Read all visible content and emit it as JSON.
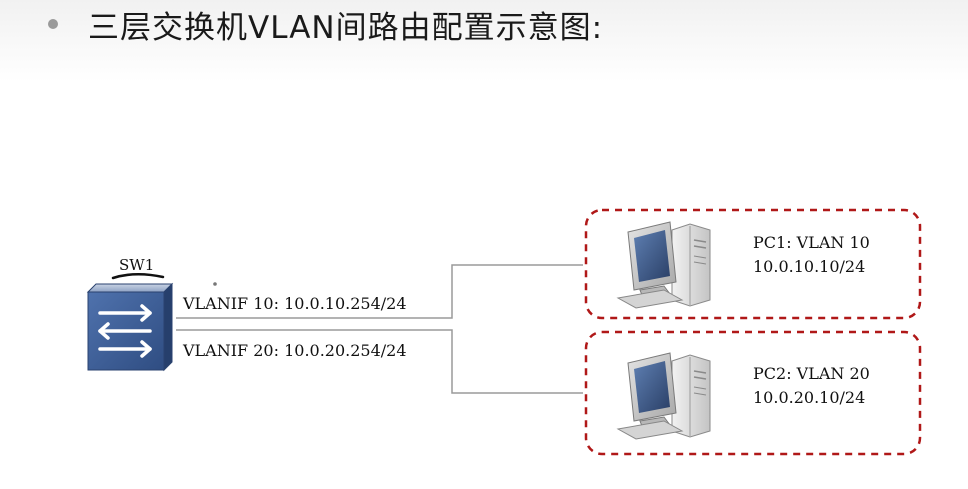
{
  "slide": {
    "title": "三层交换机VLAN间路由配置示意图:"
  },
  "switch": {
    "name": "SW1"
  },
  "links": [
    {
      "label": "VLANIF 10: 10.0.10.254/24"
    },
    {
      "label": "VLANIF 20: 10.0.20.254/24"
    }
  ],
  "hosts": [
    {
      "label": "PC1: VLAN 10",
      "ip": "10.0.10.10/24"
    },
    {
      "label": "PC2: VLAN 20",
      "ip": "10.0.20.10/24"
    }
  ],
  "colors": {
    "group_border": "#b01818",
    "link_line": "#9a9a9a",
    "switch_body": "#3a5a92"
  },
  "icons": {
    "switch": "network-switch-icon",
    "pc": "desktop-computer-icon"
  }
}
